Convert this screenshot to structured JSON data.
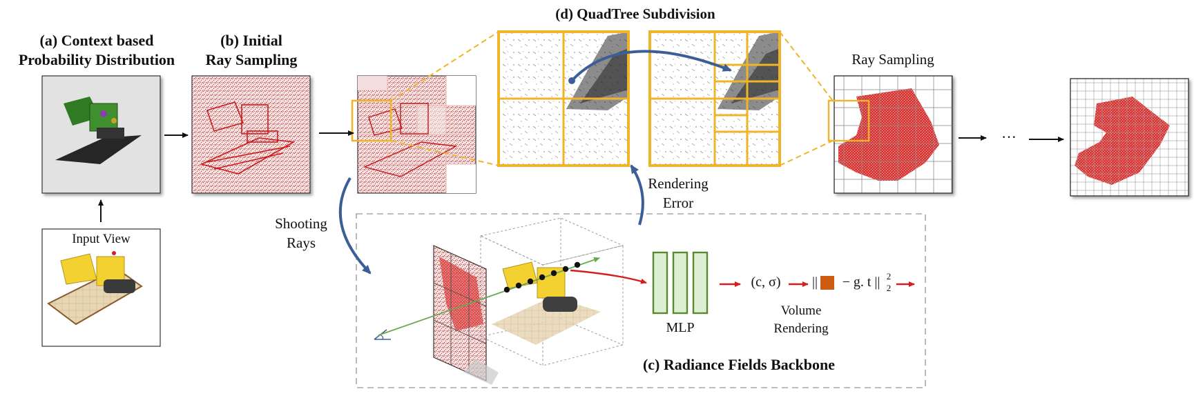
{
  "labels": {
    "a_line1": "(a) Context based",
    "a_line2": "Probability Distribution",
    "b_line1": "(b) Initial",
    "b_line2": "Ray Sampling",
    "d_title": "(d) QuadTree Subdivision",
    "ray_sampling": "Ray Sampling",
    "input_view": "Input View",
    "shooting_1": "Shooting",
    "shooting_2": "Rays",
    "rendering_1": "Rendering",
    "rendering_2": "Error",
    "mlp": "MLP",
    "volume_1": "Volume",
    "volume_2": "Rendering",
    "c_title": "(c) Radiance Fields Backbone",
    "ellipsis": "···",
    "formula_c_sigma": "(c, σ)",
    "formula_loss_left": "||",
    "formula_loss_right": "− g. t ||",
    "formula_sup": "2",
    "formula_sub": "2"
  },
  "colors": {
    "accent_yellow": "#f0b429",
    "sample_red": "#d32020",
    "arrow_blue": "#3b5e96",
    "mlp_green": "#5a8a2e",
    "mlp_fill": "#dcefd2",
    "box_gray": "#e2e2e2",
    "pred_orange": "#cf5a12",
    "ray_green": "#6aa84f"
  },
  "icons": {
    "camera": "camera-icon",
    "bulldozer": "bulldozer-icon"
  }
}
